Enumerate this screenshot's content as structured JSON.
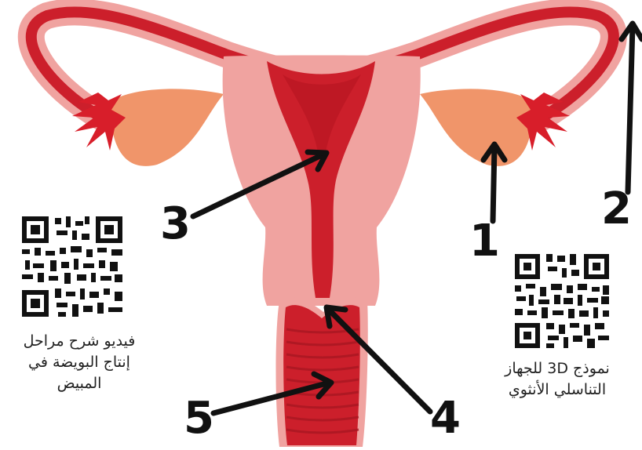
{
  "labels": [
    "1",
    "2",
    "3",
    "4",
    "5"
  ],
  "captions": {
    "left": "فيديو شرح مراحل إنتاج البويضة في المبيض",
    "right_line1": "نموذج 3D للجهاز",
    "right_line2": "التناسلي الأنثوي"
  },
  "colors": {
    "outer_pink": "#f0a3a0",
    "inner_red": "#cc1f2b",
    "dark_red": "#b3131f",
    "ovary": "#f0956a",
    "fimbriae": "#d81e2a",
    "vagina_stripe": "#a81722",
    "arrow": "#111111"
  },
  "icons": [
    "qr-code-left-icon",
    "qr-code-right-icon"
  ]
}
